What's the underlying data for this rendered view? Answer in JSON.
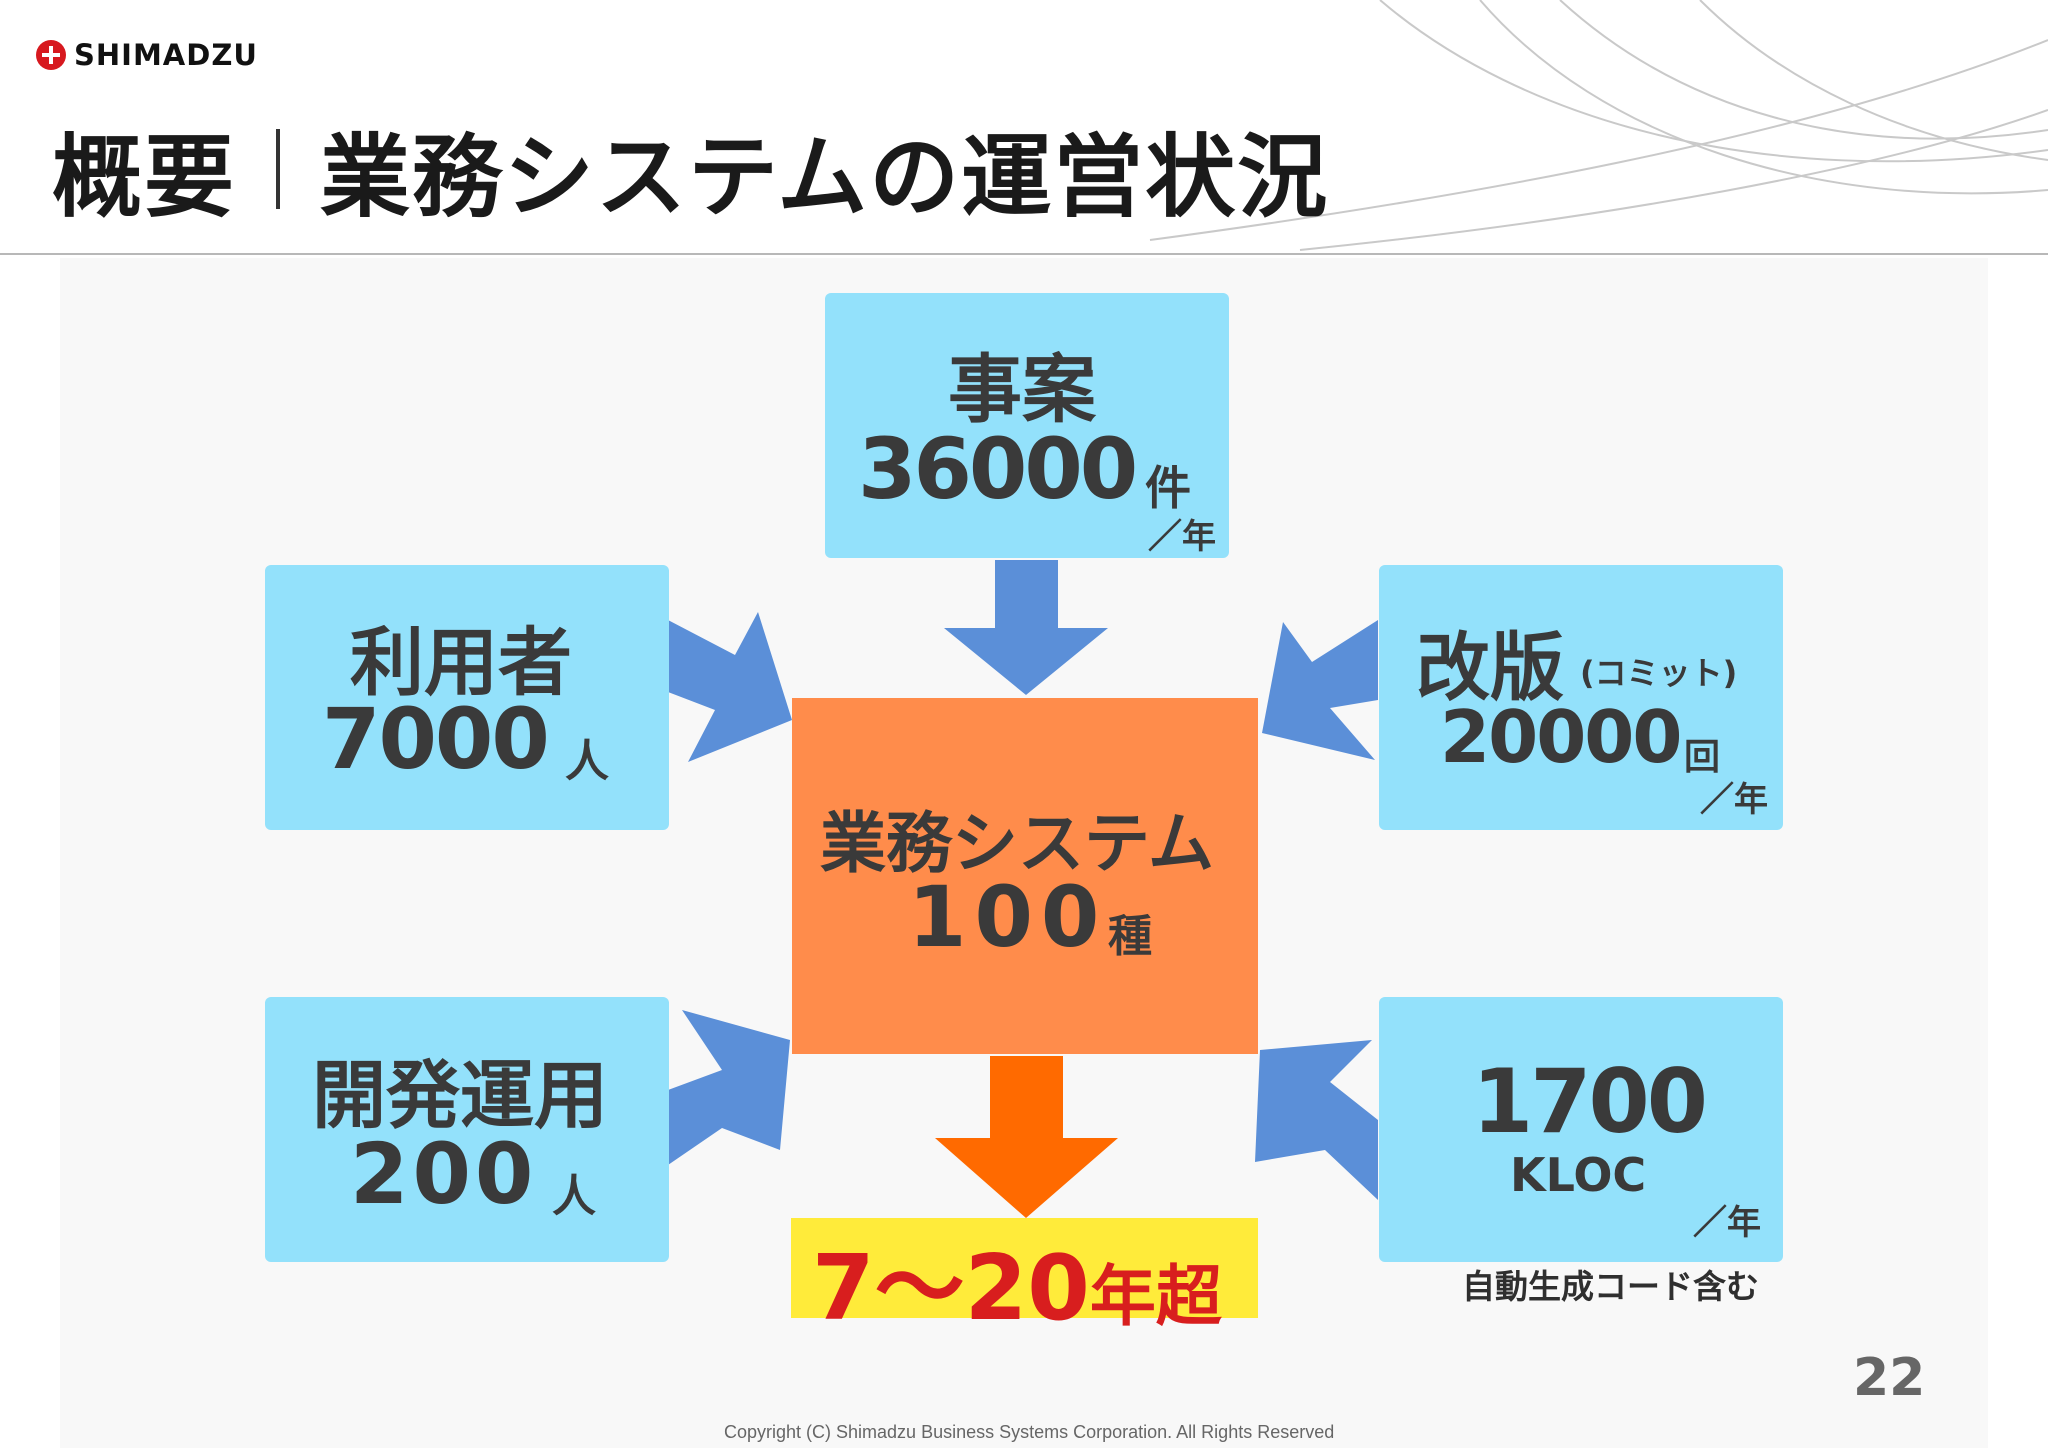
{
  "brand": {
    "name": "SHIMADZU",
    "mark_color": "#d7191f"
  },
  "title": {
    "main": "概要",
    "sub": "業務システムの運営状況"
  },
  "colors": {
    "input_box": "#93e1fb",
    "center_box": "#ff8c4b",
    "blue_arrow": "#5b8fd8",
    "orange_arrow": "#ff6a00",
    "result_bg": "#ffeb3a",
    "result_text": "#d81e1e"
  },
  "boxes": {
    "cases": {
      "label": "事案",
      "value": "36000",
      "unit": "件",
      "per": "／年"
    },
    "users": {
      "label": "利用者",
      "value": "7000",
      "unit": "人"
    },
    "revisions": {
      "label": "改版",
      "note": "(コミット)",
      "value": "20000",
      "unit": "回",
      "per": "／年"
    },
    "devops": {
      "label": "開発運用",
      "value": "200",
      "unit": "人"
    },
    "code": {
      "value": "1700",
      "unit": "KLOC",
      "per": "／年"
    }
  },
  "center": {
    "label": "業務システム",
    "value": "100",
    "unit": "種"
  },
  "result": {
    "value": "7～20",
    "suffix": "年超"
  },
  "footnote": "自動生成コード含む",
  "page_number": "22",
  "copyright": "Copyright (C) Shimadzu Business Systems Corporation. All Rights Reserved"
}
